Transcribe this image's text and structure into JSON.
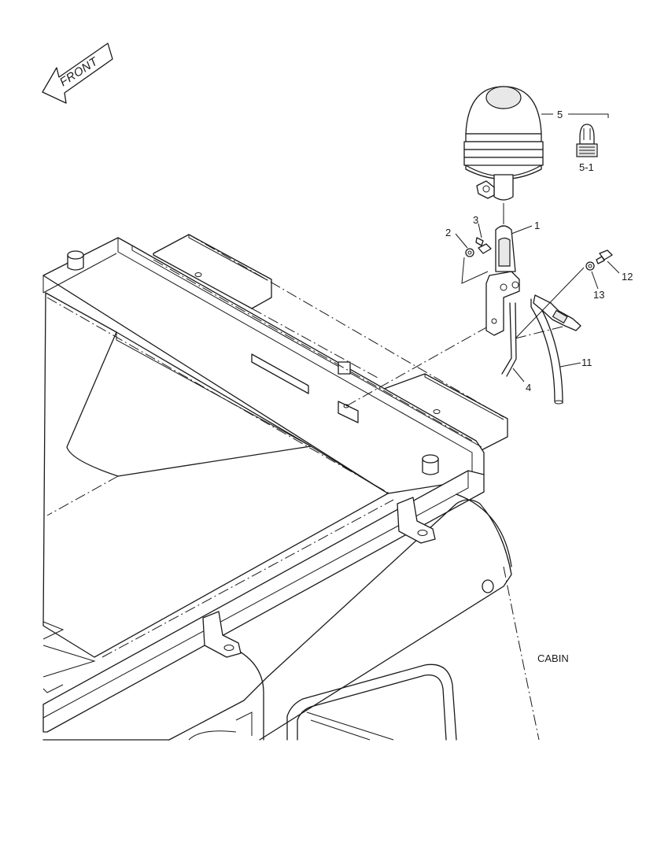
{
  "orientation": {
    "label": "FRONT",
    "icon": "front-arrow-icon"
  },
  "callouts": [
    {
      "id": "c1",
      "text": "1"
    },
    {
      "id": "c2",
      "text": "2"
    },
    {
      "id": "c3",
      "text": "3"
    },
    {
      "id": "c4",
      "text": "4"
    },
    {
      "id": "c5",
      "text": "5"
    },
    {
      "id": "c5-1",
      "text": "5-1"
    },
    {
      "id": "c11",
      "text": "11"
    },
    {
      "id": "c12",
      "text": "12"
    },
    {
      "id": "c13",
      "text": "13"
    }
  ],
  "assembly_label": "CABIN"
}
